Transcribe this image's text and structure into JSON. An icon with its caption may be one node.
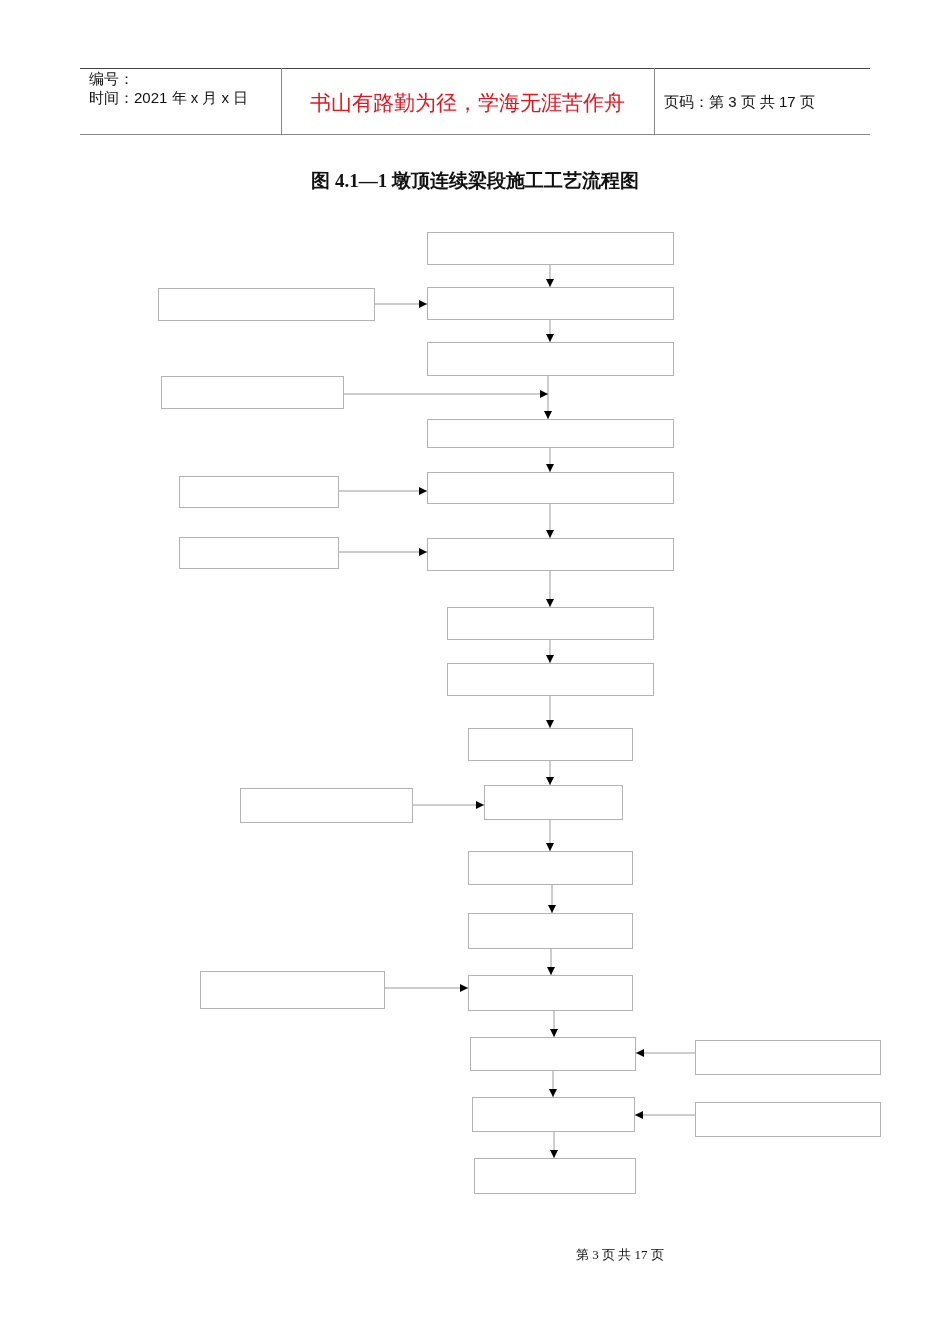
{
  "diagram": {
    "title": "图 4.1—1 墩顶连续梁段施工工艺流程图",
    "nodes": [
      {
        "text": [],
        "shape": "box"
      },
      {
        "text": [],
        "shape": "box"
      },
      {
        "text": [],
        "shape": "box"
      },
      {
        "text": [],
        "shape": "box"
      },
      {
        "text": [],
        "shape": "box"
      },
      {
        "text": [],
        "shape": "box"
      },
      {
        "text": [],
        "shape": "box"
      },
      {
        "text": [],
        "shape": "box"
      },
      {
        "text": [],
        "shape": "box"
      },
      {
        "text": [],
        "shape": "box"
      },
      {
        "text": [],
        "shape": "box"
      },
      {
        "text": [],
        "shape": "box"
      },
      {
        "text": [],
        "shape": "box"
      },
      {
        "text": [],
        "shape": "box"
      },
      {
        "text": [],
        "shape": "box"
      },
      {
        "text": [],
        "shape": "box"
      },
      {
        "text": [],
        "shape": "box"
      },
      {
        "text": [],
        "shape": "box"
      },
      {
        "text": [],
        "shape": "box"
      },
      {
        "text": [],
        "shape": "box"
      },
      {
        "text": [],
        "shape": "box"
      },
      {
        "text": [],
        "shape": "box"
      },
      {
        "text": [],
        "shape": "box"
      },
      {
        "text": [],
        "shape": "box"
      }
    ],
    "edges": [
      {
        "from": 0,
        "to": 2,
        "arrow": "to"
      },
      {
        "from": 1,
        "to": 2,
        "arrow": "to"
      },
      {
        "from": 2,
        "to": 3,
        "arrow": "to"
      },
      {
        "from": 3,
        "to": 5,
        "arrow": "to"
      },
      {
        "from": 4,
        "to": 5,
        "arrow": "to"
      },
      {
        "from": 5,
        "to": 7,
        "arrow": "to"
      },
      {
        "from": 6,
        "to": 7,
        "arrow": "to"
      },
      {
        "from": 7,
        "to": 9,
        "arrow": "to"
      },
      {
        "from": 8,
        "to": 9,
        "arrow": "to"
      },
      {
        "from": 9,
        "to": 10,
        "arrow": "to"
      },
      {
        "from": 10,
        "to": 11,
        "arrow": "to"
      },
      {
        "from": 11,
        "to": 12,
        "arrow": "to"
      },
      {
        "from": 12,
        "to": 14,
        "arrow": "to"
      },
      {
        "from": 13,
        "to": 14,
        "arrow": "to"
      },
      {
        "from": 14,
        "to": 15,
        "arrow": "to"
      },
      {
        "from": 15,
        "to": 16,
        "arrow": "to"
      },
      {
        "from": 16,
        "to": 18,
        "arrow": "to"
      },
      {
        "from": 17,
        "to": 18,
        "arrow": "to"
      },
      {
        "from": 18,
        "to": 19,
        "arrow": "to"
      },
      {
        "from": 20,
        "to": 19,
        "arrow": "to"
      },
      {
        "from": 19,
        "to": 21,
        "arrow": "to"
      },
      {
        "from": 22,
        "to": 21,
        "arrow": "to"
      },
      {
        "from": 21,
        "to": 23,
        "arrow": "to"
      }
    ],
    "labels": [
      "编号：",
      "时间：2021 年 x 月 x 日",
      "书山有路勤为径，学海无涯苦作舟",
      "页码：第 3 页 共 17 页",
      "第 3 页 共 17 页"
    ]
  }
}
